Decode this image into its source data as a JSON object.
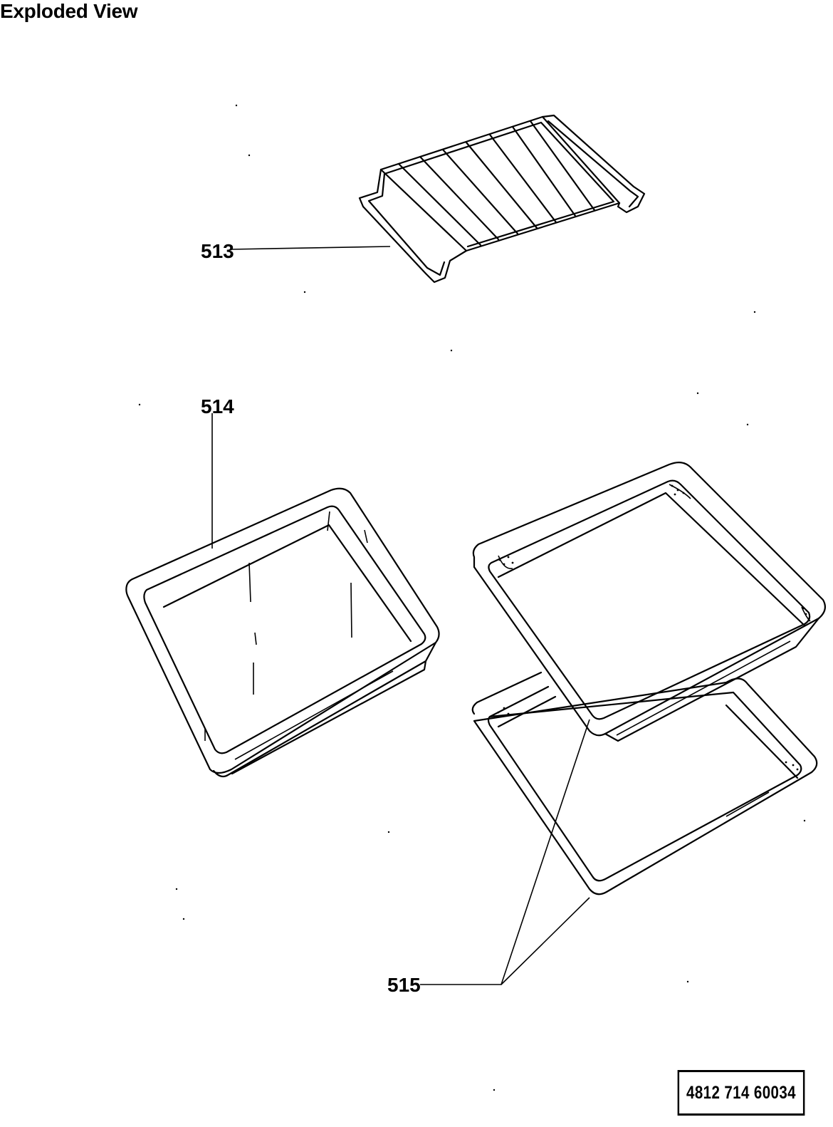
{
  "title": "Exploded View",
  "parts": [
    {
      "ref": "513",
      "name": "wire-rack"
    },
    {
      "ref": "514",
      "name": "deep-pan"
    },
    {
      "ref": "515",
      "name": "baking-trays"
    }
  ],
  "part_number": "4812  714  60034"
}
